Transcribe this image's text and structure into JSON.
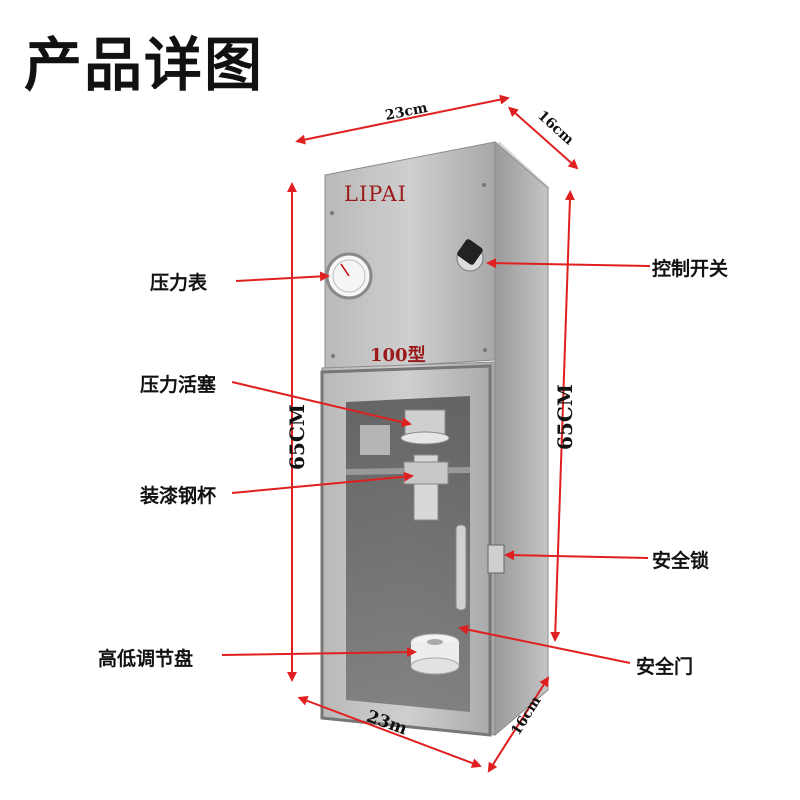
{
  "title": "产品详图",
  "brand": "LIPAI",
  "model": "100型",
  "callouts": {
    "pressure_gauge": "压力表",
    "control_switch": "控制开关",
    "pressure_piston": "压力活塞",
    "paint_cup": "装漆钢杯",
    "safety_lock": "安全锁",
    "height_dial": "高低调节盘",
    "safety_door": "安全门"
  },
  "dimensions": {
    "top_width": "23cm",
    "top_depth": "16cm",
    "left_height": "65CM",
    "right_height": "65CM",
    "bottom_width": "23m",
    "bottom_depth": "16cm"
  },
  "colors": {
    "arrow": "#e02020",
    "brand_text": "#9b1b1b",
    "steel": "#bdbdbd"
  }
}
